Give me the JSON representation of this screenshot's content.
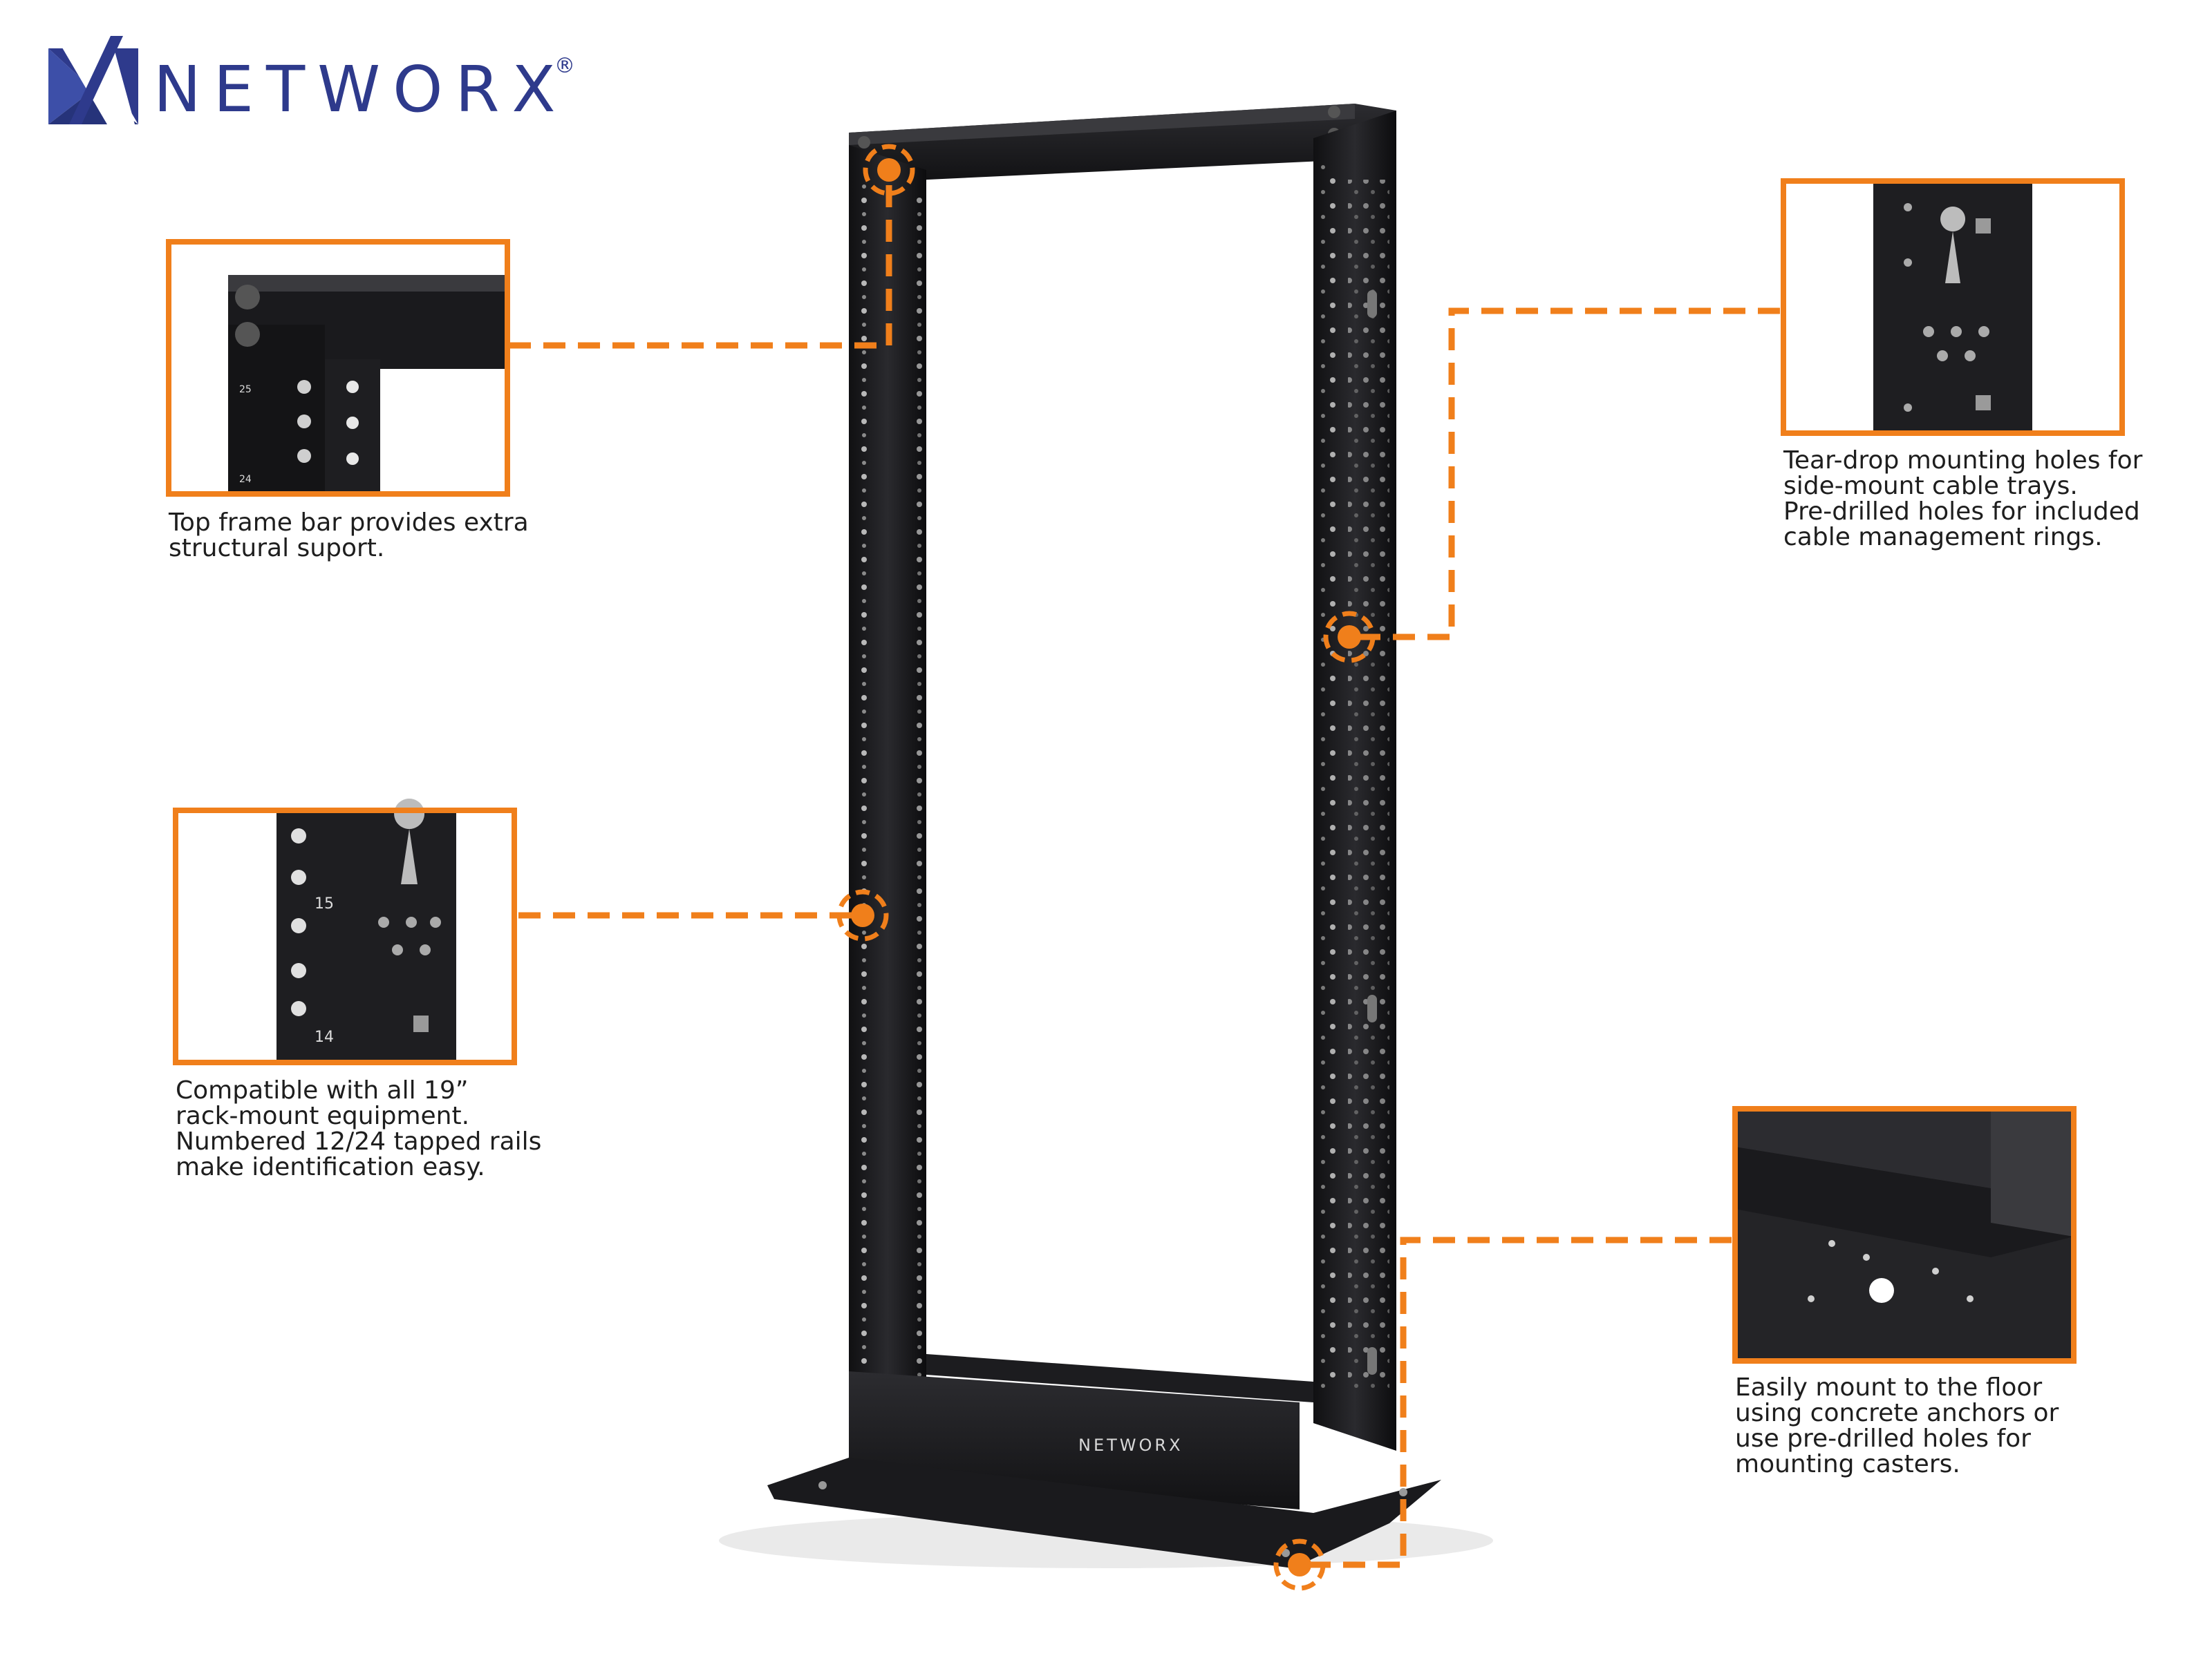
{
  "brand": {
    "name": "NETWORX",
    "registered": "®",
    "accent_color": "#f07f1b",
    "logo_color": "#2e3a8c"
  },
  "callouts": {
    "top_frame": {
      "lines": [
        "Top frame bar provides extra",
        "structural suport."
      ]
    },
    "teardrop": {
      "lines": [
        "Tear-drop mounting holes for",
        "side-mount cable trays.",
        "Pre-drilled holes for included",
        "cable management rings."
      ]
    },
    "compatible": {
      "lines": [
        "Compatible with all 19”",
        "rack-mount equipment.",
        "Numbered 12/24 tapped rails",
        "make identification easy."
      ]
    },
    "floor": {
      "lines": [
        "Easily mount to the floor",
        "using concrete anchors or",
        "use pre-drilled holes for",
        "mounting casters."
      ]
    }
  },
  "detail_labels": {
    "top_rail_upper": "25",
    "top_rail_lower": "24",
    "mid_rail_upper": "15",
    "mid_rail_lower": "14"
  },
  "product_badge": "NETWORX"
}
